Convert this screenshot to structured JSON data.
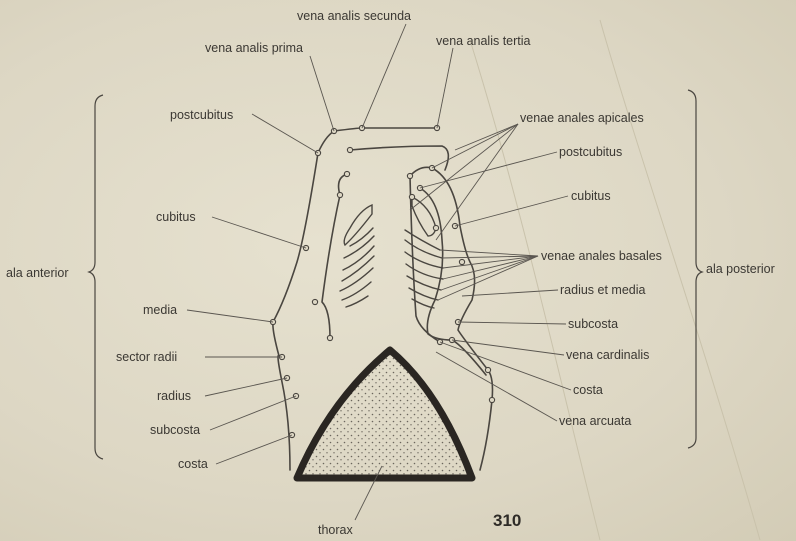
{
  "labels": {
    "vena_analis_secunda": "vena analis secunda",
    "vena_analis_prima": "vena analis prima",
    "vena_analis_tertia": "vena analis tertia",
    "postcubitus_left": "postcubitus",
    "venae_anales_apicales": "venae anales apicales",
    "postcubitus_right": "postcubitus",
    "cubitus_left": "cubitus",
    "cubitus_right": "cubitus",
    "venae_anales_basales": "venae anales basales",
    "ala_anterior": "ala anterior",
    "ala_posterior": "ala posterior",
    "radius_et_media": "radius et media",
    "media": "media",
    "subcosta_right": "subcosta",
    "sector_radii": "sector radii",
    "vena_cardinalis": "vena cardinalis",
    "radius": "radius",
    "costa_right": "costa",
    "subcosta_left": "subcosta",
    "vena_arcuata": "vena arcuata",
    "costa_left": "costa",
    "thorax": "thorax"
  },
  "page_number": "310",
  "colors": {
    "paper": "#ddd7c4",
    "ink": "#4a4640",
    "thorax_outline": "#2a2622",
    "text": "#3b3833"
  }
}
